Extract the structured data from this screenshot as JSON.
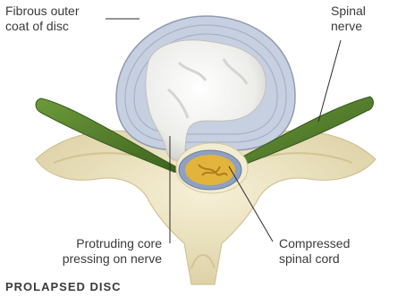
{
  "diagram": {
    "title": "PROLAPSED DISC",
    "labels": {
      "outer_coat": [
        "Fibrous outer",
        "coat of disc"
      ],
      "spinal_nerve": [
        "Spinal",
        "nerve"
      ],
      "protruding_core": [
        "Protruding core",
        "pressing on nerve"
      ],
      "compressed_cord": [
        "Compressed",
        "spinal cord"
      ]
    },
    "colors": {
      "bone": "#ece4c2",
      "bone_shadow": "#d8cb9c",
      "annulus": "#c9d2e3",
      "annulus_ring": "#9aa6bd",
      "nucleus": "#f4f4f0",
      "nerve": "#4f7a2a",
      "cord_core": "#e2b43c",
      "cord_sheath": "#8fa0c0",
      "leader_line": "#2b2b2b"
    }
  }
}
